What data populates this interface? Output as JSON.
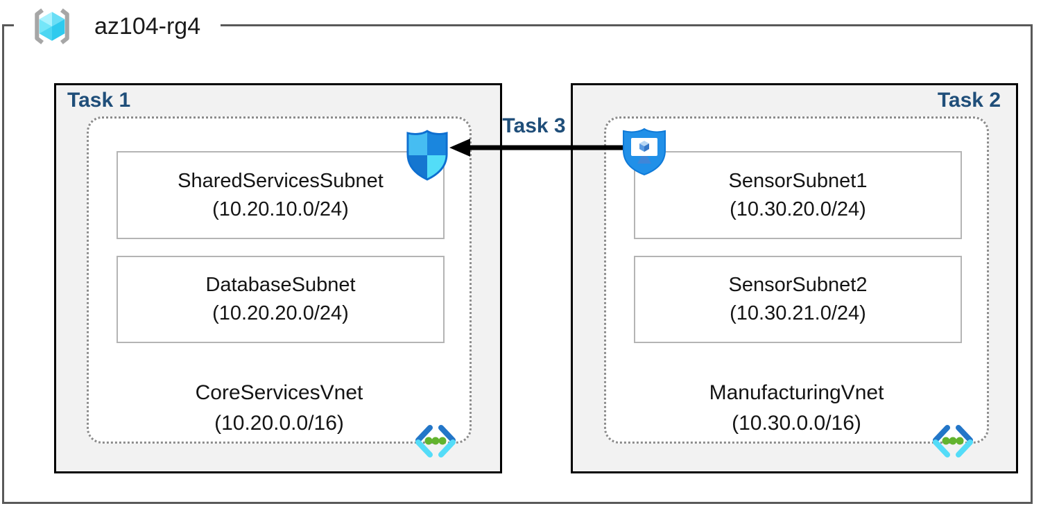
{
  "resource_group": {
    "name": "az104-rg4"
  },
  "tasks": {
    "task1": "Task 1",
    "task2": "Task 2",
    "task3": "Task 3"
  },
  "vnets": [
    {
      "name": "CoreServicesVnet",
      "cidr": "(10.20.0.0/16)",
      "task": "Task 1",
      "subnets": [
        {
          "name": "SharedServicesSubnet",
          "cidr": "(10.20.10.0/24)"
        },
        {
          "name": "DatabaseSubnet",
          "cidr": "(10.20.20.0/24)"
        }
      ]
    },
    {
      "name": "ManufacturingVnet",
      "cidr": "(10.30.0.0/16)",
      "task": "Task 2",
      "subnets": [
        {
          "name": "SensorSubnet1",
          "cidr": "(10.30.20.0/24)"
        },
        {
          "name": "SensorSubnet2",
          "cidr": "(10.30.21.0/24)"
        }
      ]
    }
  ],
  "icons": {
    "resource_group": "resource-group-cube-icon",
    "nsg": "network-security-group-shield-icon",
    "bastion": "bastion-shield-monitor-icon",
    "vnet": "virtual-network-icon"
  },
  "colors": {
    "task_label": "#1f4e79",
    "frame_gray": "#595959",
    "task_box_fill": "#f2f2f2",
    "task_box_border": "#000000",
    "dotted_border": "#8c8c8c",
    "arrow": "#000000",
    "vnet_icon_dark_blue": "#2376c8",
    "vnet_icon_cyan": "#54dcf8",
    "vnet_icon_green": "#62b32e",
    "shield_blue": "#1a86de",
    "shield_cyan": "#53ddf8"
  }
}
